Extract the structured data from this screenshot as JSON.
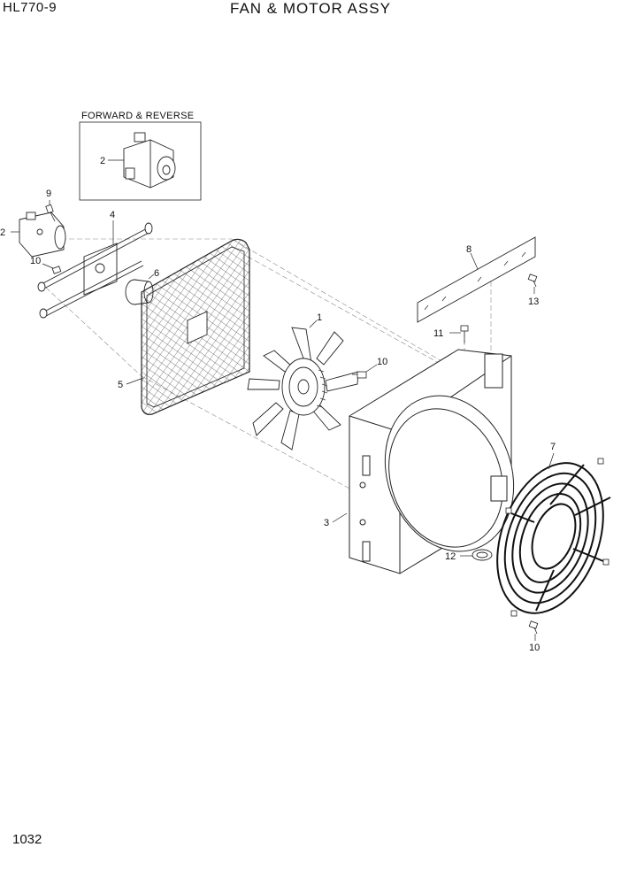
{
  "header": {
    "model": "HL770-9",
    "title": "FAN & MOTOR ASSY"
  },
  "inset": {
    "label": "FORWARD & REVERSE",
    "callout": "2"
  },
  "callouts": {
    "c1": "1",
    "c2": "2",
    "c3": "3",
    "c4": "4",
    "c5": "5",
    "c6": "6",
    "c7": "7",
    "c8": "8",
    "c9": "9",
    "c10a": "10",
    "c10b": "10",
    "c10c": "10",
    "c11": "11",
    "c12": "12",
    "c13": "13"
  },
  "footer": {
    "page_number": "1032"
  }
}
